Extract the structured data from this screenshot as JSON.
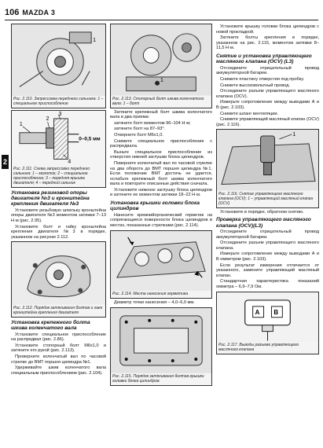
{
  "header": {
    "page_number": "106",
    "title": "MAZDA 3"
  },
  "side_tab": "2",
  "col1": {
    "fig2110_caption": "Рис. 2.110. Запрессовка переднего сальника: 1 – специальное приспособление",
    "fig2111_labels": [
      "1",
      "2",
      "3",
      "4",
      "0–0,5 мм"
    ],
    "fig2111_caption": "Рис. 2.111. Схема запрессовки переднего сальника: 1 – молоток; 2 – специальное приспособление; 3 – передняя крышка двигателя; 4 – передний сальник",
    "section1_heading": "Установка резиновой опоры двигателя №3 и кронштейна крепления двигателя №3",
    "section1_text": "Установите резьбовую шпильку кронштейна опоры двигателя №3 моментом затяжки 7–13 Н·м (рис. 2.95).",
    "section1_text2": "Установите болт и гайку кронштейна крепления двигателя №3 в порядке, указанном на рисунке 2.112.",
    "fig2112_caption": "Рис. 2.112. Порядок затягивания болтов и гаек кронштейна крепления двигателя",
    "section2_heading": "Установка крепежного болта шкива коленчатого вала",
    "section2_p1": "Установите специальное приспособление на распредвал (рис. 2.86).",
    "section2_p2": "Установите стопорный болт M6x1,0 и затяните его рукой (рис. 2.113).",
    "section2_p3": "Проверните коленчатый вал по часовой стрелке до ВМТ поршня цилиндра №1.",
    "section2_p4": "Удерживайте шкив коленчатого вала специальным приспособлением (рис. 2.104)."
  },
  "col2": {
    "fig2113_caption": "Рис. 2.113. Стопорный болт шкива коленчатого вала: 1 – болт",
    "p1": "Затяните крепежный болт шкива коленчатого вала в два приема:",
    "p2": "затяните болт моментом 96–104 Н·м;",
    "p3": "затяните болт на 87–93°.",
    "p4": "Отверните болт M6x1,0.",
    "p5": "Снимите специальное приспособление с распредвала.",
    "p6": "Выньте специальное приспособление из отверстия нижней заглушки блока цилиндров.",
    "p7": "Поверните коленчатый вал по часовой стрелке на два оборота до ВМТ поршня цилиндра №1. Если положение ВМТ достичь не удается, ослабьте крепежный болт шкива коленчатого вала и повторите описанные действия сначала.",
    "p8": "Установите нижнюю заглушку блока цилиндров и затяните ее моментом затяжки 18–22 Н·м.",
    "section_heading": "Установка крышки головки блока цилиндров",
    "p9": "Нанесите кремнийорганический герметик на сопрягающиеся поверхности блока цилиндров в местах, показанных стрелками (рис. 2.114).",
    "fig2114_caption": "Рис. 2.114. Места нанесения герметика",
    "diameter_line": "Диаметр точки нанесения – 4,0–6,0 мм.",
    "fig2115_caption": "Рис. 2.115. Порядок затягивания болтов крышки головки блока цилиндров"
  },
  "col3": {
    "p0": "Установите крышку головки блока цилиндров с новой прокладкой.",
    "p1": "Затяните болты крепления в порядке, указанном на рис. 2.115, моментом затяжки 8–11,5 Н·м.",
    "section1_heading": "Снятие и установка управляющего масляного клапана (OCV) (L3)",
    "s1p1": "Отсоедините отрицательный провод аккумуляторной батареи.",
    "s1p2": "Снимите пластину отверстия под пробку.",
    "s1p3": "Снимите высоковольтный провод.",
    "s1p4": "Отсоедините разъем управляющего масляного клапана (OCV).",
    "s1p5": "Измерьте сопротивление между выводами А и В (рис. 2.103).",
    "s1p6": "Снимите шланг вентиляции.",
    "s1p7": "Снимите управляющий масляный клапан (OCV) (рис. 2.116).",
    "fig2116_caption": "Рис. 2.116. Снятие управляющего масляного клапана (OCV): 1 – управляющий масляный клапан (OCV)",
    "s1p8": "Установите в порядке, обратном снятию.",
    "section2_heading": "Проверка управляющего масляного клапана (OCV)(L3)",
    "s2p1": "Отсоедините отрицательный провод аккумуляторной батареи.",
    "s2p2": "Отсоедините разъем управляющего масляного клапана.",
    "s2p3": "Измерьте сопротивление между выводами А и В омметром (рис. 2.103).",
    "s2p4": "Если результат измерения отличается от указанного, замените управляющий масляный клапан.",
    "s2p5": "Стандартная характеристика показаний омметра – 6,9–7,9 Ом.",
    "connector_labels": [
      "A",
      "B"
    ],
    "fig2117_caption": "Рис. 2.117. Выводы разъема управляющего масляного клапана"
  },
  "colors": {
    "text": "#111111",
    "figure_bg": "#f4f4f4",
    "line": "#333333"
  }
}
